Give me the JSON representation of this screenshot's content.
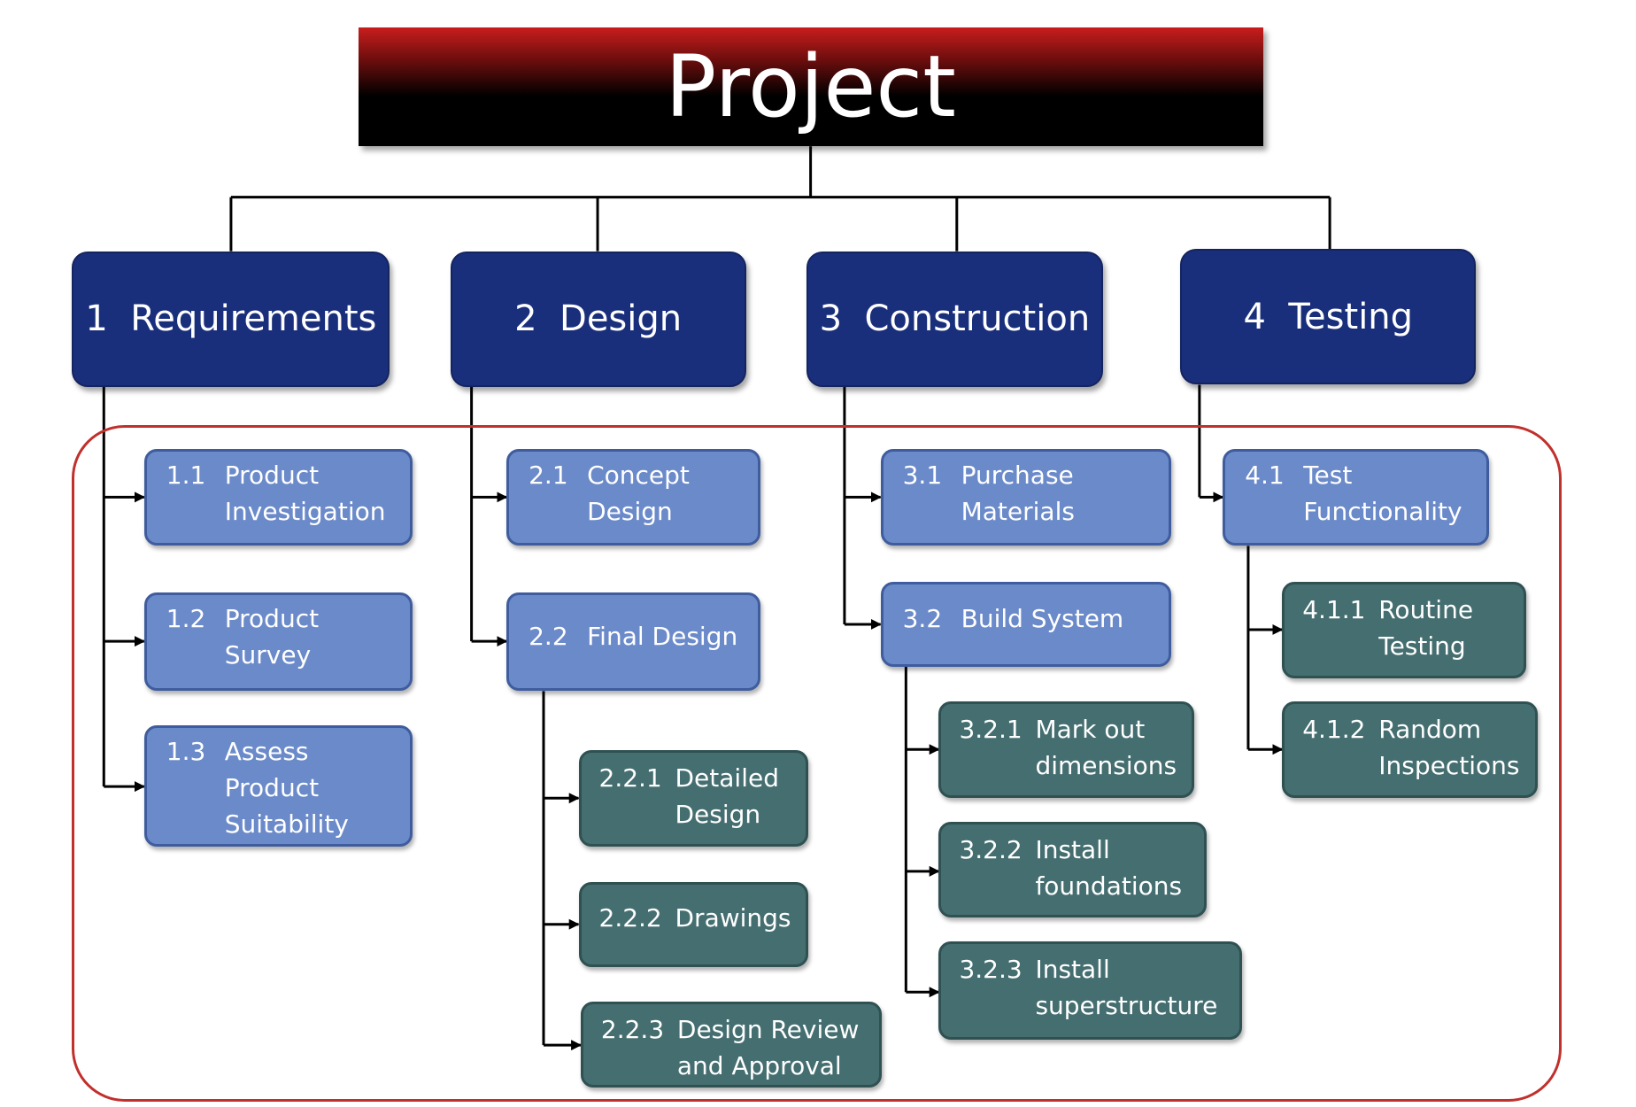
{
  "colors": {
    "root_top": "#c91d1d",
    "root_bottom": "#000000",
    "level1": "#1a2f7b",
    "level2": "#6b8ac9",
    "level3": "#456e70",
    "enclosure": "#c0302c",
    "connector": "#000000"
  },
  "root": {
    "label": "Project"
  },
  "phases": [
    {
      "id": "1",
      "label": "Requirements",
      "tasks": [
        {
          "id": "1.1",
          "lines": [
            "Product",
            "Investigation"
          ],
          "subtasks": []
        },
        {
          "id": "1.2",
          "lines": [
            "Product",
            "Survey"
          ],
          "subtasks": []
        },
        {
          "id": "1.3",
          "lines": [
            "Assess",
            "Product",
            "Suitability"
          ],
          "subtasks": []
        }
      ]
    },
    {
      "id": "2",
      "label": "Design",
      "tasks": [
        {
          "id": "2.1",
          "lines": [
            "Concept",
            "Design"
          ],
          "subtasks": []
        },
        {
          "id": "2.2",
          "lines": [
            "Final Design"
          ],
          "subtasks": [
            {
              "id": "2.2.1",
              "lines": [
                "Detailed",
                "Design"
              ]
            },
            {
              "id": "2.2.2",
              "lines": [
                "Drawings"
              ]
            },
            {
              "id": "2.2.3",
              "lines": [
                "Design Review",
                "and Approval"
              ]
            }
          ]
        }
      ]
    },
    {
      "id": "3",
      "label": "Construction",
      "tasks": [
        {
          "id": "3.1",
          "lines": [
            "Purchase",
            "Materials"
          ],
          "subtasks": []
        },
        {
          "id": "3.2",
          "lines": [
            "Build System"
          ],
          "subtasks": [
            {
              "id": "3.2.1",
              "lines": [
                "Mark out",
                "dimensions"
              ]
            },
            {
              "id": "3.2.2",
              "lines": [
                "Install",
                "foundations"
              ]
            },
            {
              "id": "3.2.3",
              "lines": [
                "Install",
                "superstructure"
              ]
            }
          ]
        }
      ]
    },
    {
      "id": "4",
      "label": "Testing",
      "tasks": [
        {
          "id": "4.1",
          "lines": [
            "Test",
            "Functionality"
          ],
          "subtasks": [
            {
              "id": "4.1.1",
              "lines": [
                "Routine",
                "Testing"
              ]
            },
            {
              "id": "4.1.2",
              "lines": [
                "Random",
                "Inspections"
              ]
            }
          ]
        }
      ]
    }
  ]
}
